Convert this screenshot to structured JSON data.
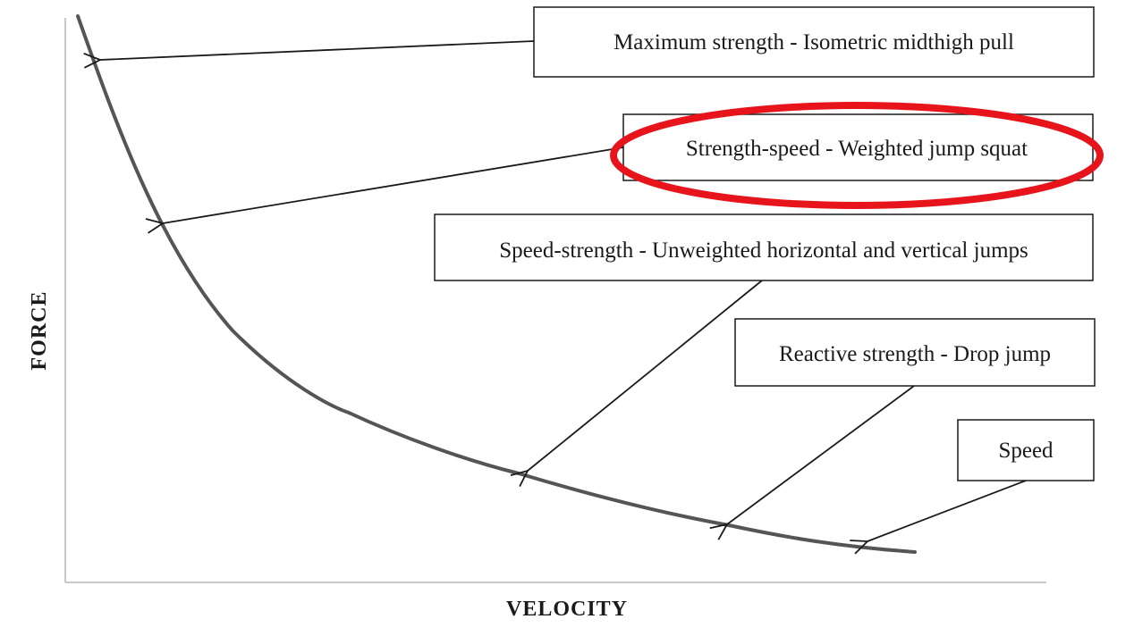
{
  "axes": {
    "x_label": "VELOCITY",
    "y_label": "FORCE"
  },
  "labels": [
    {
      "id": "maximum-strength",
      "text": "Maximum strength  - Isometric midthigh pull"
    },
    {
      "id": "strength-speed",
      "text": "Strength-speed - Weighted jump squat"
    },
    {
      "id": "speed-strength",
      "text": "Speed-strength - Unweighted horizontal and vertical jumps"
    },
    {
      "id": "reactive-strength",
      "text": "Reactive strength - Drop jump"
    },
    {
      "id": "speed",
      "text": "Speed"
    }
  ],
  "colors": {
    "curve": "#555555",
    "line": "#1a1a1a",
    "axis": "#b5b5b5",
    "highlight": "#e8141b",
    "box_border": "#1a1a1a"
  }
}
